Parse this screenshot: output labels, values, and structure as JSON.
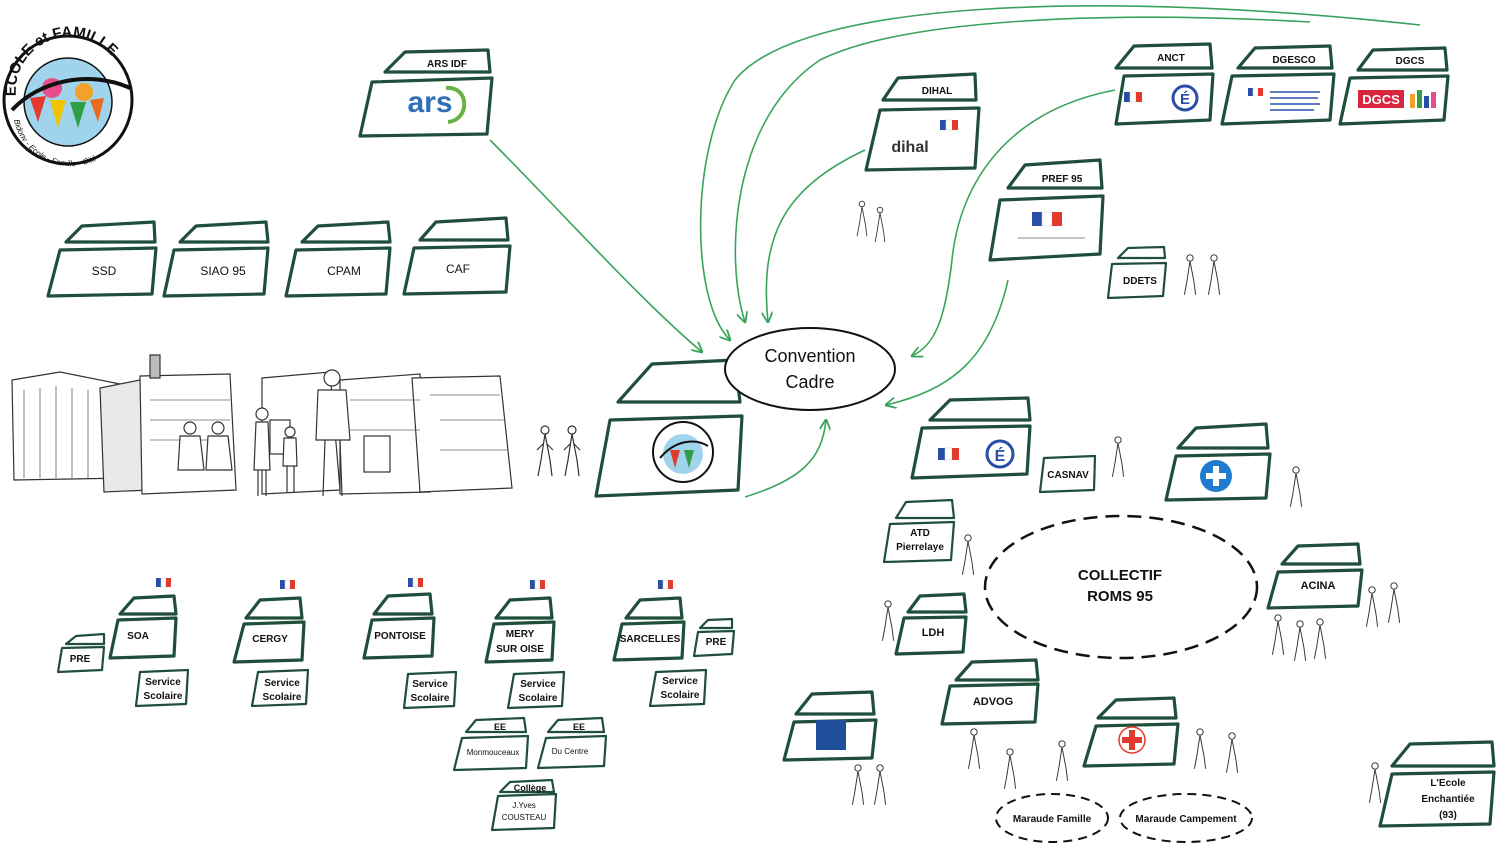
{
  "center": {
    "line1": "Convention",
    "line2": "Cadre"
  },
  "top_houses": [
    {
      "id": "ars",
      "label": "ARS IDF",
      "logo_text": "ars"
    },
    {
      "id": "dihal",
      "label": "DIHAL",
      "logo_text": "dihal"
    },
    {
      "id": "anct",
      "label": "ANCT"
    },
    {
      "id": "dgesco",
      "label": "DGESCO"
    },
    {
      "id": "dgcs",
      "label": "DGCS",
      "logo_text": "DGCS"
    },
    {
      "id": "pref",
      "label": "PREF 95"
    },
    {
      "id": "ddets",
      "label": "DDETS"
    }
  ],
  "service_row": [
    "SSD",
    "SIAO 95",
    "CPAM",
    "CAF"
  ],
  "collectif": {
    "line1": "COLLECTIF",
    "line2": "ROMS 95"
  },
  "collectif_members": {
    "casnav": "CASNAV",
    "atd_line1": "ATD",
    "atd_line2": "Pierrelaye",
    "ldh": "LDH",
    "acina": "ACINA",
    "advog": "ADVOG"
  },
  "maraudes": [
    "Maraude Famille",
    "Maraude Campement"
  ],
  "ecole_enchantee": {
    "line1": "L'Ecole",
    "line2": "Enchantiée",
    "line3": "(93)"
  },
  "communes": [
    {
      "name": "SOA",
      "service1": "Service",
      "service2": "Scolaire"
    },
    {
      "name": "CERGY",
      "service1": "Service",
      "service2": "Scolaire"
    },
    {
      "name": "PONTOISE",
      "service1": "Service",
      "service2": "Scolaire"
    },
    {
      "name1": "MERY",
      "name2": "SUR OISE",
      "service1": "Service",
      "service2": "Scolaire"
    },
    {
      "name": "SARCELLES",
      "service1": "Service",
      "service2": "Scolaire"
    }
  ],
  "pre_left": "PRE",
  "pre_right": "PRE",
  "schools": {
    "ee1_title": "EE",
    "ee1_name": "Monmouceaux",
    "ee2_title": "EE",
    "ee2_name": "Du Centre",
    "college_title": "Collège",
    "college_line1": "J.Yves",
    "college_line2": "COUSTEAU"
  },
  "logo_badge": {
    "top": "ECOLE et FAMILLE",
    "bottom": "Bidonv - Ecole - Famille - Cité"
  }
}
